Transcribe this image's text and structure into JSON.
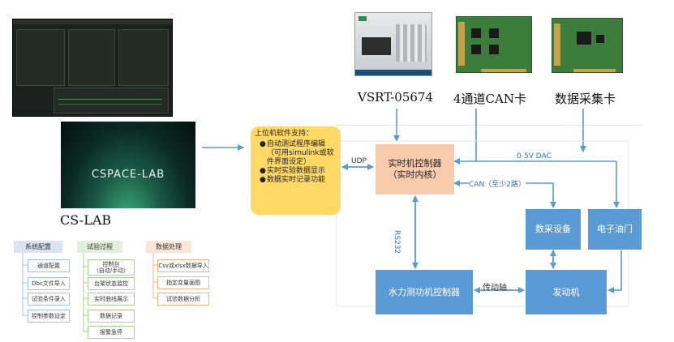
{
  "software": {
    "app_label": "CS-LAB",
    "image_text": "CSPACE-LAB",
    "categories": [
      {
        "label": "系统配置",
        "items": [
          "通道配置",
          "Dbc文件导入",
          "试验条件录入",
          "控制参数设定"
        ]
      },
      {
        "label": "试验过程",
        "items": [
          "控制台\n（自动/手动）",
          "台架状态监控",
          "实时曲线展示",
          "数据记录",
          "报警急停"
        ]
      },
      {
        "label": "数据处理",
        "items": [
          "Csv或xlsx数据导入",
          "指定变量画图",
          "试验数据分析"
        ]
      }
    ]
  },
  "hardware": {
    "vsrt_label": "VSRT-05674",
    "can_label": "4通道CAN卡",
    "daq_label": "数据采集卡"
  },
  "diagram": {
    "host_box": {
      "title": "上位机软件支持：",
      "bullets": [
        "自动测试程序编辑\n（可用simulink或软件界面设定）",
        "实时实验数据显示",
        "数据实时记录功能"
      ]
    },
    "rt_controller": "实时机控制器\n（实时内核）",
    "daq_device": "数采设备",
    "throttle": "电子油门",
    "dyno_controller": "水力测功机控制器",
    "engine": "发动机",
    "link_labels": {
      "udp": "UDP",
      "dac": "0-5V DAC",
      "can": "CAN（至少2路）",
      "rs232": "RS232",
      "shaft": "传动轴"
    }
  },
  "colors": {
    "node_blue": "#5b9bd5",
    "rt_peach": "#f8cbad",
    "host_yellow": "#ffd966",
    "arrow": "#5b9bd5"
  }
}
